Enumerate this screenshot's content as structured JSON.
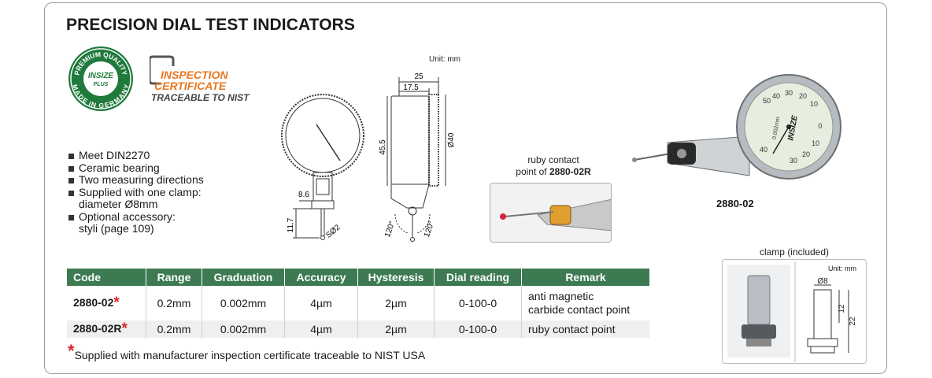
{
  "title": "PRECISION DIAL TEST INDICATORS",
  "badges": {
    "premium_seal": {
      "top_text": "PREMIUM QUALITY",
      "brand": "INSIZE",
      "sub": "PLUS",
      "bottom_text": "MADE IN GERMANY"
    },
    "inspection_line1": "INSPECTION",
    "inspection_line2": "CERTIFICATE",
    "traceable": "TRACEABLE TO NIST"
  },
  "features": [
    "Meet DIN2270",
    "Ceramic bearing",
    "Two measuring directions",
    "Supplied with one clamp:",
    "diameter Ø8mm",
    "Optional accessory:",
    "styli (page 109)"
  ],
  "drawing": {
    "unit": "Unit: mm",
    "dim_25": "25",
    "dim_17_5": "17.5",
    "dim_45_5": "45.5",
    "dim_40": "Ø40",
    "dim_8_6": "8.6",
    "dim_11_7": "11.7",
    "dim_s2": "SØ2",
    "angle_left": "120°",
    "angle_right": "120°"
  },
  "ruby": {
    "caption_line1": "ruby contact",
    "caption_line2_prefix": "point of ",
    "caption_line2_model": "2880-02R"
  },
  "product": {
    "model": "2880-02",
    "dial_brand": "INSIZE",
    "dial_numbers": [
      "50",
      "40",
      "30",
      "20",
      "10",
      "0",
      "10",
      "20",
      "30",
      "40"
    ],
    "dial_text": "0.002mm"
  },
  "clamp": {
    "caption": "clamp (included)",
    "unit": "Unit: mm",
    "dim_dia": "Ø8",
    "dim_12": "12",
    "dim_22": "22"
  },
  "table": {
    "headers": [
      "Code",
      "Range",
      "Graduation",
      "Accuracy",
      "Hysteresis",
      "Dial reading",
      "Remark"
    ],
    "rows": [
      {
        "code": "2880-02",
        "star": "*",
        "range": "0.2mm",
        "graduation": "0.002mm",
        "accuracy": "4µm",
        "hysteresis": "2µm",
        "dial": "0-100-0",
        "remark_line1": "anti magnetic",
        "remark_line2": "carbide contact point"
      },
      {
        "code": "2880-02R",
        "star": "*",
        "range": "0.2mm",
        "graduation": "0.002mm",
        "accuracy": "4µm",
        "hysteresis": "2µm",
        "dial": "0-100-0",
        "remark_line1": "ruby contact point",
        "remark_line2": ""
      }
    ]
  },
  "footnote": {
    "star": "*",
    "text": "Supplied with manufacturer inspection certificate traceable to NIST USA"
  },
  "colors": {
    "header_green": "#3d7a52",
    "seal_green": "#1f7a3c",
    "cert_orange": "#e8761d",
    "star_red": "#d9242f"
  }
}
